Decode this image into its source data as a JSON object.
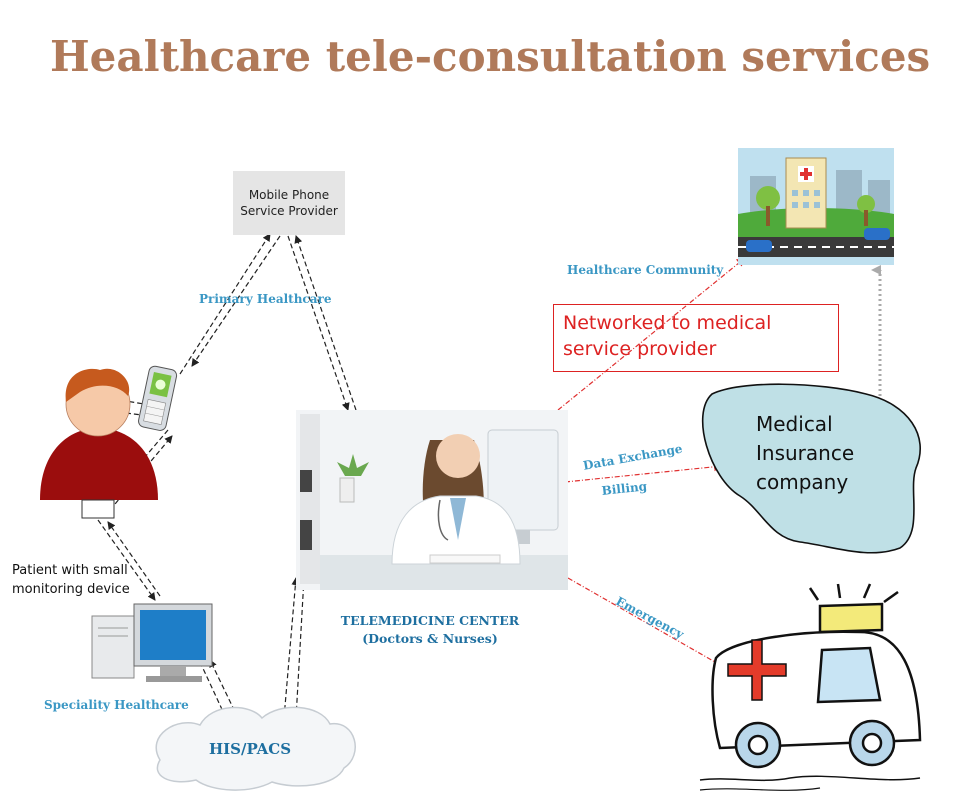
{
  "title": "Healthcare tele-consultation services",
  "nodes": {
    "mobile_provider": [
      "Mobile Phone",
      "Service Provider"
    ],
    "networked": [
      "Networked to medical",
      "service provider"
    ],
    "patient": [
      "Patient with small",
      "monitoring device"
    ],
    "insurance": [
      "Medical",
      "Insurance",
      "company"
    ],
    "his_pacs": "HIS/PACS",
    "telemedicine": [
      "TELEMEDICINE CENTER",
      "(Doctors & Nurses)"
    ]
  },
  "labels": {
    "primary_healthcare": "Primary Healthcare",
    "healthcare_community": "Healthcare Community",
    "data_exchange": "Data Exchange",
    "billing": "Billing",
    "emergency": "Emergency",
    "speciality_healthcare": "Speciality Healthcare"
  },
  "colors": {
    "title": "#b07a5a",
    "label_blue": "#3a97c4",
    "label_dark_blue": "#1e6fa0",
    "red_link": "#e03030",
    "black_link": "#222222",
    "insurance_fill": "#bfe0e6"
  },
  "icons": {
    "patient": "person-icon",
    "phone": "mobile-phone-icon",
    "computer": "desktop-computer-icon",
    "hospital": "hospital-icon",
    "ambulance": "ambulance-icon",
    "doctor": "doctor-photo"
  }
}
